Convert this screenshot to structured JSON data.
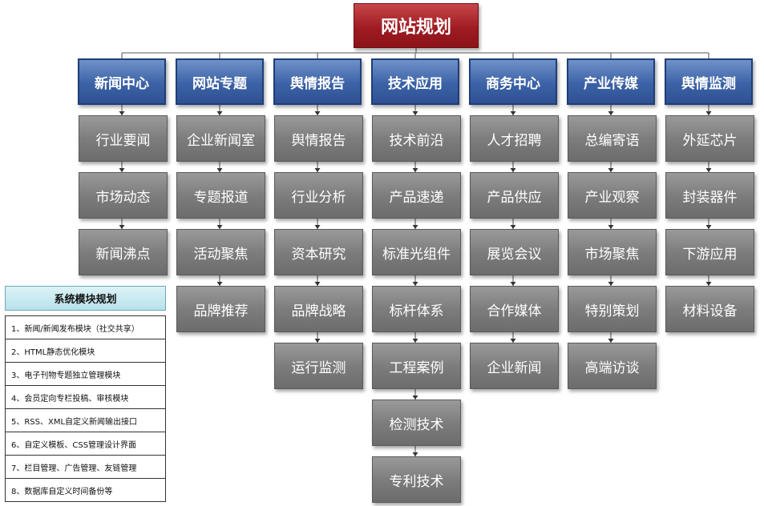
{
  "diagram": {
    "title": "网站规划",
    "categories": [
      {
        "label": "新闻中心",
        "items": [
          "行业要闻",
          "市场动态",
          "新闻沸点"
        ]
      },
      {
        "label": "网站专题",
        "items": [
          "企业新闻室",
          "专题报道",
          "活动聚焦",
          "品牌推荐"
        ]
      },
      {
        "label": "舆情报告",
        "items": [
          "舆情报告",
          "行业分析",
          "资本研究",
          "品牌战略",
          "运行监测"
        ]
      },
      {
        "label": "技术应用",
        "items": [
          "技术前沿",
          "产品速递",
          "标准光组件",
          "标杆体系",
          "工程案例",
          "检测技术",
          "专利技术"
        ]
      },
      {
        "label": "商务中心",
        "items": [
          "人才招聘",
          "产品供应",
          "展览会议",
          "合作媒体",
          "企业新闻"
        ]
      },
      {
        "label": "产业传媒",
        "items": [
          "总编寄语",
          "产业观察",
          "市场聚焦",
          "特别策划",
          "高端访谈"
        ]
      },
      {
        "label": "舆情监测",
        "items": [
          "外延芯片",
          "封装器件",
          "下游应用",
          "材料设备"
        ]
      }
    ]
  },
  "legend": {
    "title": "系统模块规划",
    "items": [
      "1、新闻/新闻发布模块（社交共享）",
      "2、HTML静态优化模块",
      "3、电子刊物专题独立管理模块",
      "4、会员定向专栏投稿、审核模块",
      "5、RSS、XML自定义新闻输出接口",
      "6、自定义模板、CSS管理设计界面",
      "7、栏目管理、广告管理、友链管理",
      "8、数据库自定义时间备份等"
    ]
  },
  "colors": {
    "root": "#9f1c22",
    "category": "#3c62a6",
    "item": "#7d7d7d",
    "connector": "#777777",
    "legend_header": "#c6e8f0"
  }
}
